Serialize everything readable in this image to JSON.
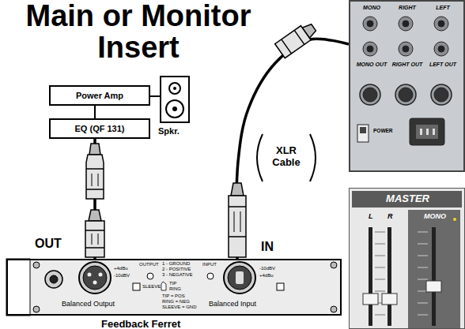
{
  "diagram": {
    "title": "Main or Monitor Insert",
    "nodes": [
      {
        "text": [
          "Power Amp"
        ]
      },
      {
        "text": [
          "EQ (QF 131)"
        ]
      },
      {
        "text": [
          "Spkr."
        ]
      },
      {
        "text": [
          "MONO",
          "RIGHT",
          "LEFT",
          "MONO OUT",
          "RIGHT OUT",
          "LEFT OUT",
          "POWER"
        ]
      },
      {
        "text": [
          "Feedback Ferret",
          "OUT",
          "IN",
          "Balanced Output",
          "Balanced Input"
        ]
      },
      {
        "text": [
          "MASTER",
          "L",
          "R",
          "MONO"
        ]
      }
    ],
    "edges": [
      {
        "from": 4,
        "to": 1,
        "arrow": "none"
      },
      {
        "from": 1,
        "to": 0,
        "arrow": "none"
      },
      {
        "from": 0,
        "to": 2,
        "arrow": "none"
      },
      {
        "from": 3,
        "to": 4,
        "label": "XLR Cable",
        "arrow": "none"
      }
    ],
    "labels": [
      "+4dBu",
      "-10dBV",
      "OUTPUT",
      "1 - GROUND",
      "2 - POSITIVE",
      "3 - NEGATIVE",
      "INPUT",
      "SLEEVE",
      "TIP",
      "RING",
      "TIP = POS",
      "RING = NEG",
      "SLEEVE = GND",
      "-10dBV",
      "+4dBu"
    ]
  }
}
